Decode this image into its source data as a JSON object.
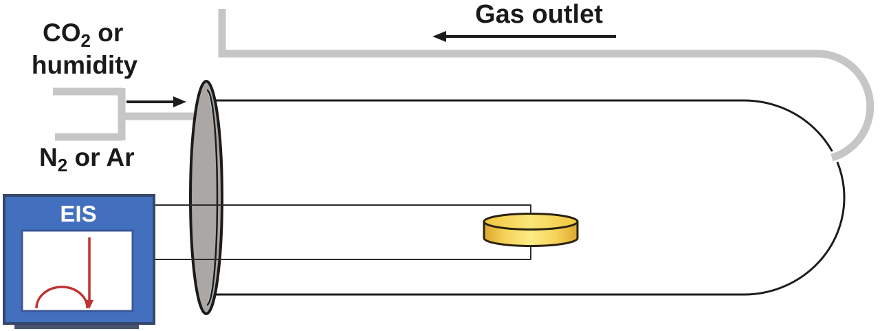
{
  "diagram": {
    "labels": {
      "inlet_option_1": {
        "main": "CO",
        "sub": "2",
        "tail": " or"
      },
      "inlet_option_1_line2": "humidity",
      "inlet_option_2": {
        "main": "N",
        "sub": "2",
        "tail": " or Ar"
      },
      "gas_outlet": "Gas outlet",
      "instrument": "EIS"
    },
    "icons": {
      "inlet_arrow": "right-arrow",
      "outlet_arrow": "left-arrow",
      "nyquist_plot": "semicircle-with-vertical-down-arrow"
    },
    "colors": {
      "ink": "#1c1c1c",
      "pipe_gray": "#c6c6c6",
      "stopper_gray": "#aba7a4",
      "stopper_rim_light": "#d4d1cf",
      "wire": "#2b2b2b",
      "disc_outline": "#2a220f",
      "disc_gold_dark": "#dca62e",
      "disc_gold": "#f0c63e",
      "disc_gold_light": "#fdeb85",
      "eis_blue": "#4270be",
      "eis_border": "#35476b",
      "eis_base": "#46536b",
      "screen_border": "#3a5795",
      "plot_red": "#c13232",
      "text": "#1a1a1a"
    }
  }
}
